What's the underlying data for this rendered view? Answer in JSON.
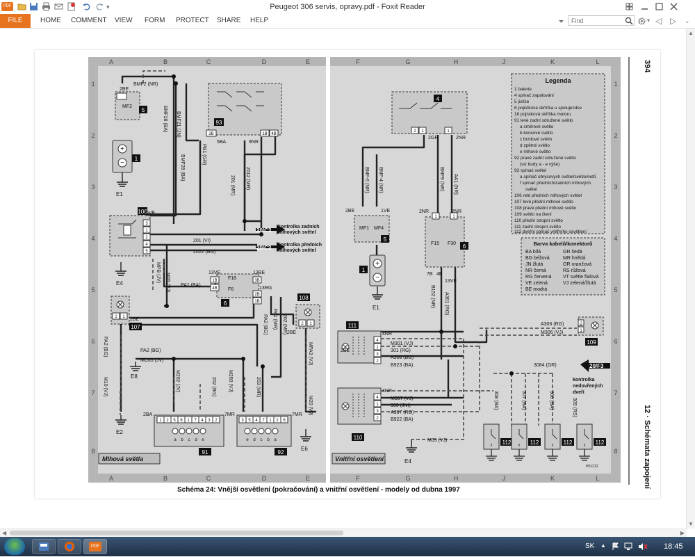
{
  "window": {
    "title": "Peugeot 306 servis, opravy.pdf - Foxit Reader",
    "app_badge": "PDF"
  },
  "ribbon": {
    "file": "FILE",
    "tabs": [
      "HOME",
      "COMMENT",
      "VIEW",
      "FORM",
      "PROTECT",
      "SHARE",
      "HELP"
    ],
    "find_placeholder": "Find"
  },
  "taskbar": {
    "lang": "SK",
    "clock": "18:45",
    "pdf_label": "PDF"
  },
  "colors": {
    "accent": "#e8731e",
    "panel": "#d7d7d7",
    "panel_band": "#b5b5b5",
    "box_fill": "#c9c9c9",
    "wire": "#222222"
  },
  "doc": {
    "page_number": "394",
    "side_title": "12 · Schémata zapojení",
    "caption": "Schéma 24: Vnější osvětlení (pokračování) a vnitřní osvětlení - modely od dubna 1997",
    "cols": [
      "A",
      "B",
      "C",
      "D",
      "E",
      "F",
      "G",
      "H",
      "J",
      "K",
      "L"
    ],
    "rows": [
      "1",
      "2",
      "3",
      "4",
      "5",
      "6",
      "7",
      "8"
    ],
    "left_title": "Mlhová světla",
    "right_title": "Vnitřní osvětlení",
    "legend": {
      "title": "Legenda",
      "items": [
        "1 baterie",
        "4 spínač zapalování",
        "5 jističe",
        "6 pojistková skříňka u spolujezdce",
        "16 pojistková skříňka motoru",
        "91 levé zadní sdružené světlo",
        "a směrové světlo",
        "b koncové světlo",
        "c brzdové světlo",
        "d zpětné světlo",
        "e mlhové světlo",
        "92 pravé zadní sdružené světlo",
        "(viz body a - e výše)",
        "93 spínač světel",
        "a spínač obrysových světel/světlometů",
        "f spínač předních/zadních mlhových",
        "světel",
        "106 relé předních mlhových světel",
        "107 levé přední mlhové světlo",
        "108 pravé přední mlhové světlo",
        "109 světlo na čtení",
        "110 přední stropní světlo",
        "111 zadní stropní světlo",
        "112 dveřní spínač vnitřního osvětlení"
      ]
    },
    "wire_colors": {
      "title": "Barva kabelů/konektorů",
      "items": [
        [
          "BA bílá",
          "GR šedá"
        ],
        [
          "BG béžová",
          "MR hnědá"
        ],
        [
          "JN žlutá",
          "OR oranžová"
        ],
        [
          "NR černá",
          "RS růžová"
        ],
        [
          "RG červená",
          "VT světle fialová"
        ],
        [
          "VE zelená",
          "VJ zelená/žlutá"
        ],
        [
          "BE modrá",
          ""
        ]
      ]
    },
    "labels": {
      "l1": "BMF2 (NR)",
      "l2": "2BE",
      "l3": "MF2",
      "l4": "BMF21 (JN)",
      "l5": "BMF28 (BA)",
      "l6": "BMF28 (BA)",
      "l7": "PB1 (GR)",
      "l8": "E1",
      "l9": "5VE",
      "l10": "201 (VI)",
      "l11": "2022 (BG)",
      "l12": "kontrolka zadních",
      "l13": "mlhových světel",
      "l14": "kontrolka předních",
      "l15": "mlhových světel",
      "l16": "20/C3",
      "l17": "20/C3",
      "l18": "E4",
      "l19": "MPB (JV)",
      "l20": "M05 (VJ)",
      "l21": "PA1 (BA)",
      "l22": "13VE",
      "l23": "13BE",
      "l24": "F18",
      "l25": "F6",
      "l26": "13RG",
      "l27": "2BE",
      "l28": "PA2 (BG)",
      "l29": "MC65 (JV)",
      "l30": "E8",
      "l31": "PA2 (BG)",
      "l32": "M10 (VJ)",
      "l33": "E2",
      "l34": "M202 (JV)",
      "l35": "202 (BG)",
      "l36": "M200 (VJ)",
      "l37": "203 (MR)",
      "l38": "PA2 (BG)",
      "l39": "PA1 (MR)",
      "l40": "202 (MR)",
      "l41": "MPA3 (VJ)",
      "l42": "M20 (VJ)",
      "l43": "E6",
      "l44": "2BE",
      "l45": "2BA",
      "l46": "7MR",
      "l47": "7MR",
      "l48": "201 (MR)",
      "l49": "2012 (MR)",
      "l50": "5BA",
      "l51": "9NR",
      "l52": "BMF-6 (NR)",
      "l53": "BMF-4 (NR)",
      "l54": "BMF9 (NR)",
      "l55": "AA1 (NR)",
      "l56": "2BE",
      "l57": "1VE",
      "l58": "MF1",
      "l59": "MF4",
      "l60": "2NR",
      "l61": "2NR",
      "l62": "F15",
      "l63": "F30",
      "l64": "7B",
      "l65": "4B",
      "l66": "13VE",
      "l67": "B152 (NR)",
      "l68": "A301 (RG)",
      "l69": "E1",
      "l70": "4NR",
      "l71": "M301 (VJ)",
      "l72": "301 (RG)",
      "l73": "A308 (BG)",
      "l74": "B923 (BA)",
      "l75": "4NR",
      "l76": "M307 (VJ)",
      "l77": "300 (JNI)",
      "l78": "A307 (RG)",
      "l79": "B922 (BA)",
      "l80": "M05 (VJ)",
      "l81": "E4",
      "l82": "A306 (RG)",
      "l83": "M306 (VJ)",
      "l84": "3084 (GR)",
      "l85": "20/F3",
      "l86": "kontrolka",
      "l87": "nedovřených",
      "l88": "dveří",
      "l89": "308 (BA)",
      "l90": "307 (BA)",
      "l91": "306 (BA)",
      "l92": "305 (RS)",
      "l93": "2GR",
      "l94": "H31212",
      "l95": "2BE",
      "l96": "2NR"
    },
    "pins": {
      "p106": [
        "3",
        "1",
        "2",
        "4",
        "5"
      ],
      "p91": [
        "1",
        "2",
        "5",
        "6",
        "1",
        "7",
        "4",
        "3",
        "2"
      ],
      "p92": [
        "3",
        "5",
        "4",
        "7",
        "1",
        "2",
        "6"
      ],
      "p91_sub": [
        "a",
        "b",
        "c",
        "d",
        "e"
      ],
      "p92_sub": [
        "e",
        "d",
        "c",
        "b",
        "a"
      ],
      "p111": [
        "4",
        "1",
        "3",
        "2"
      ],
      "p110": [
        "4",
        "1",
        "3",
        "2"
      ],
      "p107": [
        "2",
        "1"
      ],
      "p108": [
        "2",
        "1"
      ],
      "p109": [
        "2",
        "1"
      ],
      "p_f": [
        "1B",
        "3B",
        "4B",
        "2B",
        "1B"
      ],
      "p_93": [
        "2B",
        "1B",
        "4B"
      ],
      "p_4": [
        "2",
        "1",
        "1"
      ],
      "p_6r": [
        "1",
        "1",
        "1"
      ]
    },
    "comp": {
      "c5": "5",
      "c1": "1",
      "c106": "106",
      "c93": "93",
      "c6": "6",
      "c107": "107",
      "c108": "108",
      "c91": "91",
      "c92": "92",
      "c4": "4",
      "c5r": "5",
      "c6r": "6",
      "c1r": "1",
      "c111": "111",
      "c110": "110",
      "c109": "109",
      "c112a": "112",
      "c112b": "112",
      "c112c": "112",
      "c112d": "112"
    }
  }
}
